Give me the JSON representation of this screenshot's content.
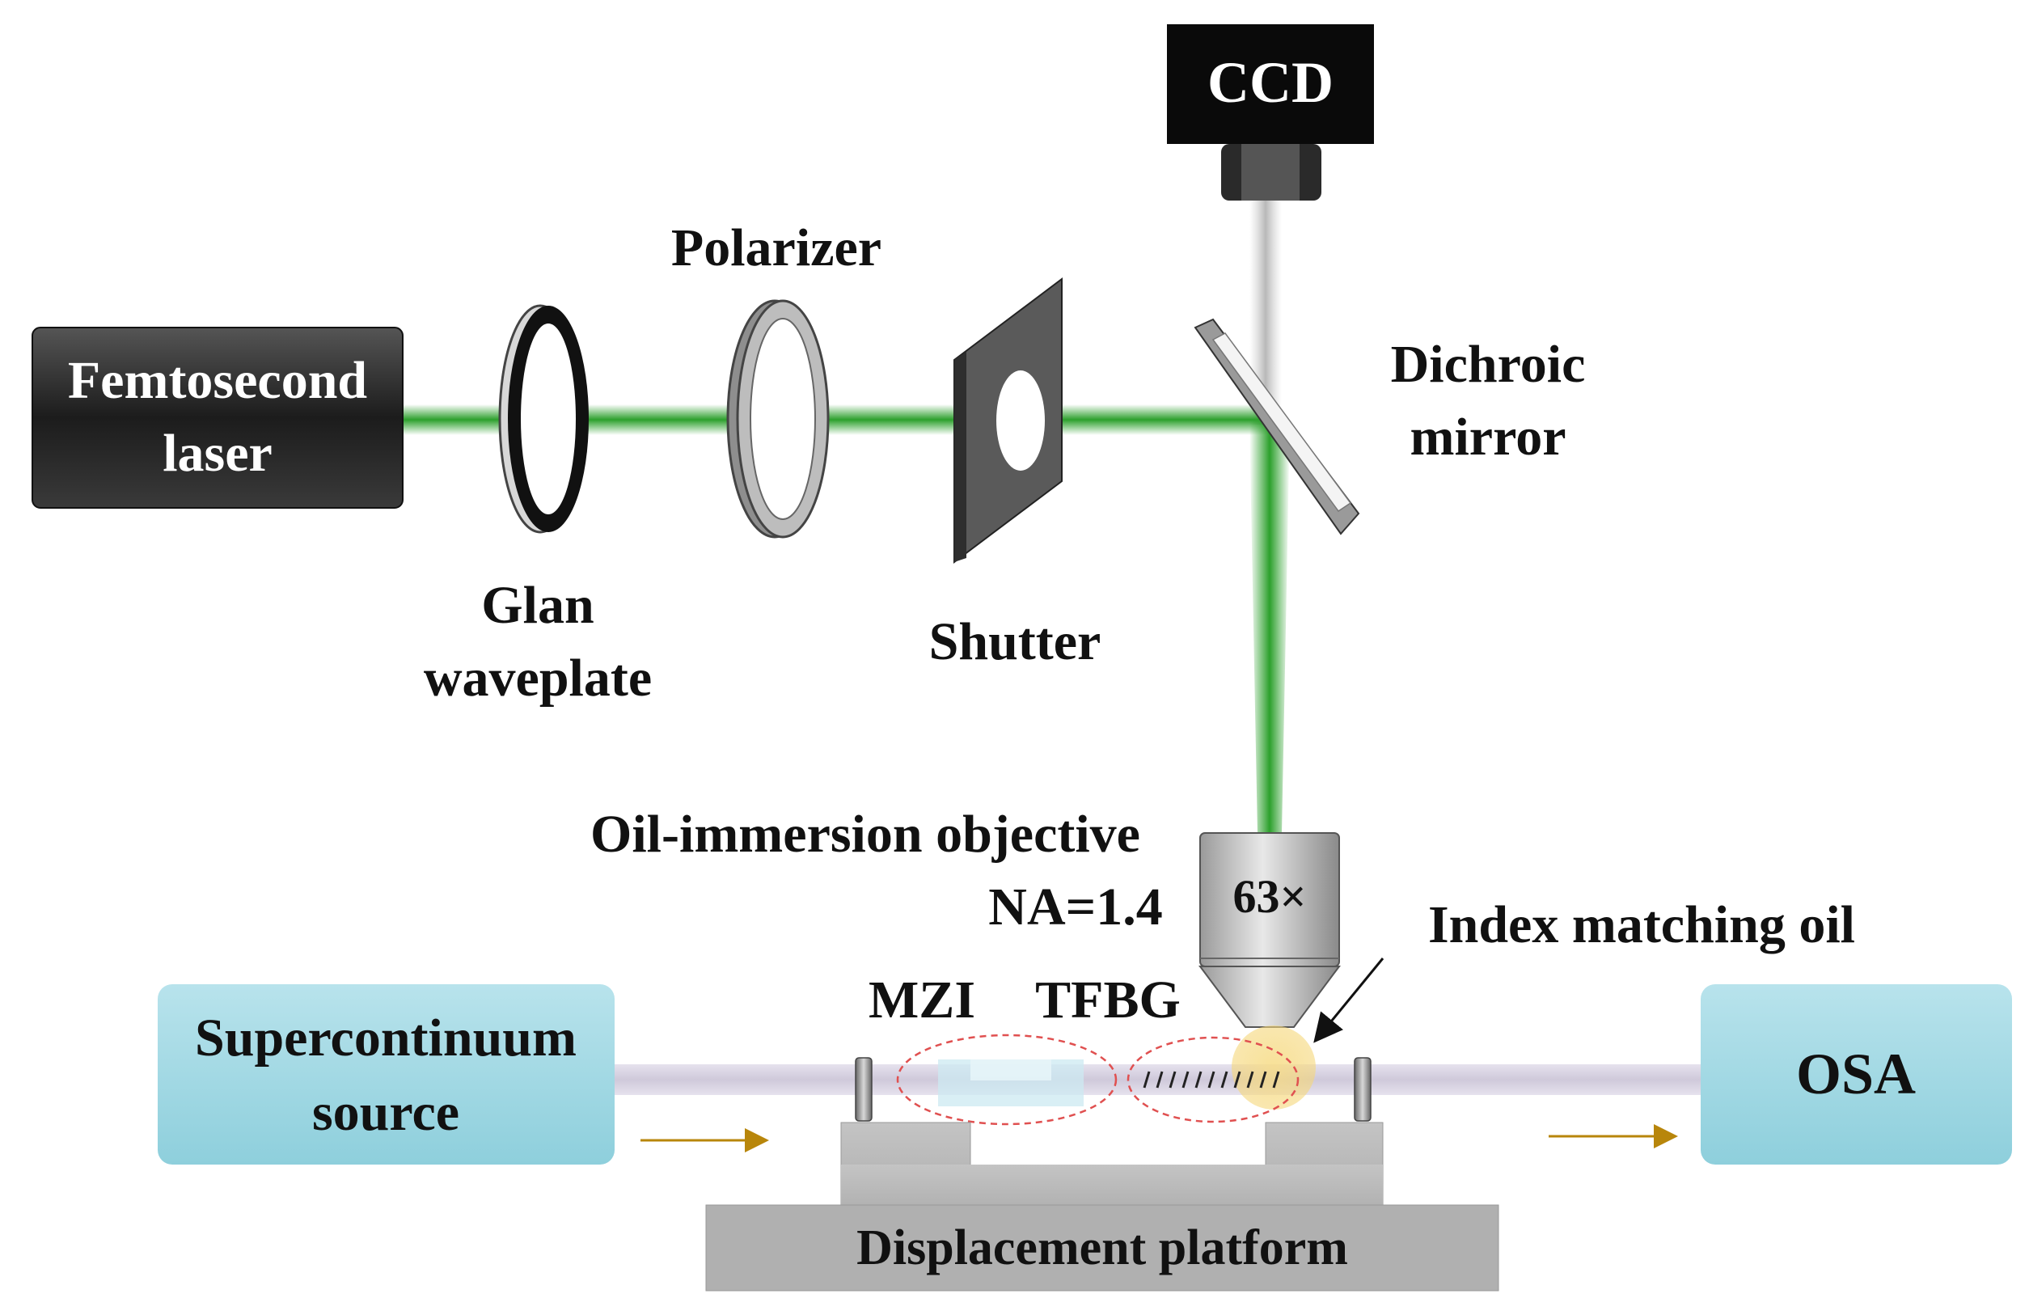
{
  "laser": {
    "line1": "Femtosecond",
    "line2": "laser"
  },
  "glan": {
    "line1": "Glan",
    "line2": "waveplate"
  },
  "polarizer": {
    "label": "Polarizer"
  },
  "shutter": {
    "label": "Shutter"
  },
  "dichroic": {
    "line1": "Dichroic",
    "line2": "mirror"
  },
  "ccd": {
    "label": "CCD"
  },
  "objective": {
    "line1": "Oil-immersion objective",
    "line2": "NA=1.4",
    "magnification": "63×"
  },
  "oil": {
    "label": "Index matching oil"
  },
  "mzi": {
    "label": "MZI"
  },
  "tfbg": {
    "label": "TFBG"
  },
  "source": {
    "line1": "Supercontinuum",
    "line2": "source"
  },
  "osa": {
    "label": "OSA"
  },
  "platform": {
    "label": "Displacement platform"
  },
  "colors": {
    "beam": "#2ca02c",
    "box_teal": "#8ecfdc",
    "dark_box": "#2a2a2a",
    "arrow": "#b8860b",
    "dashed": "#e05050",
    "oil": "#f5d77a"
  }
}
